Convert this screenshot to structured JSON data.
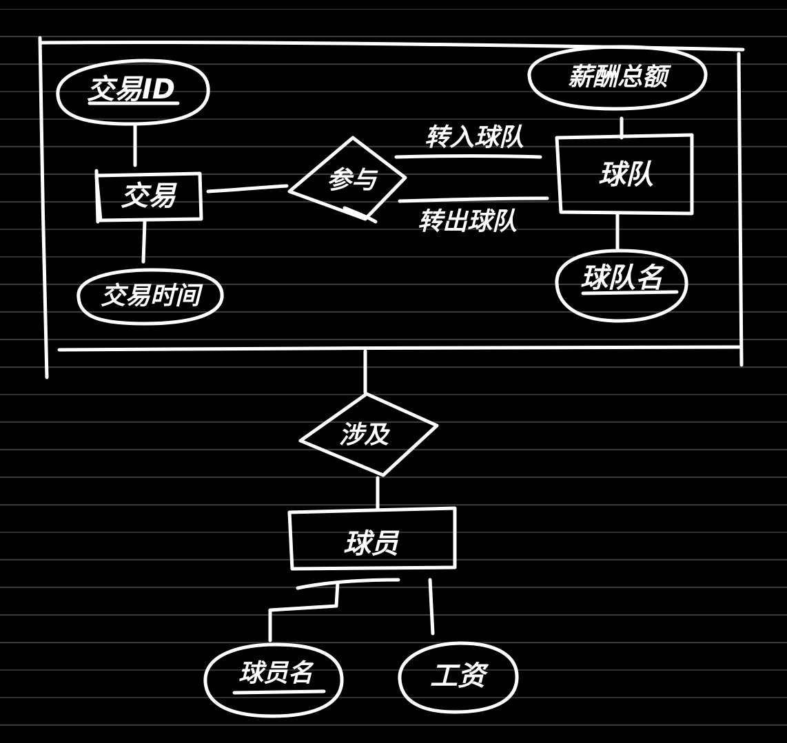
{
  "entities": {
    "transaction": "交易",
    "team": "球队",
    "player": "球员"
  },
  "attributes": {
    "transaction_id": "交易ID",
    "transaction_time": "交易时间",
    "salary_total": "薪酬总额",
    "team_name": "球队名",
    "player_name": "球员名",
    "wage": "工资"
  },
  "relationships": {
    "involves_teams": "参与",
    "involves_player": "涉及"
  },
  "edge_labels": {
    "transfer_in": "转入球队",
    "transfer_out": "转出球队"
  },
  "colors": {
    "background": "#000000",
    "ink": "#ffffff",
    "ruled_lines": "#3a3a3a"
  }
}
